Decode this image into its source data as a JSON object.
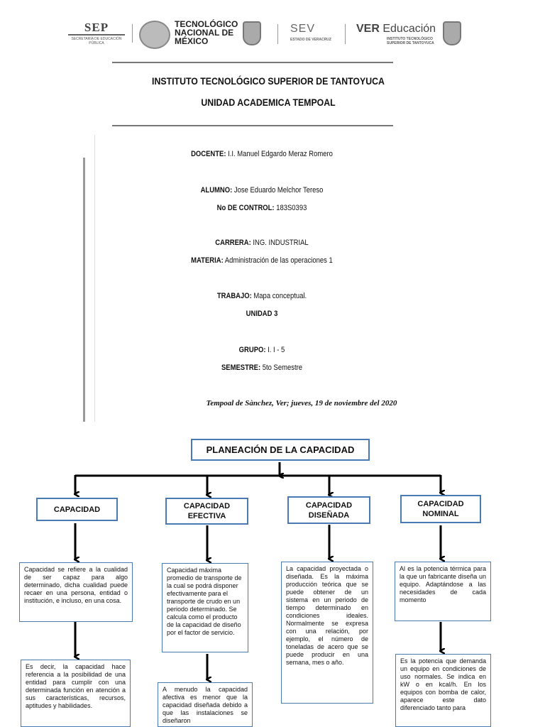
{
  "header": {
    "sep": {
      "name": "SEP",
      "subtitle": "SECRETARÍA DE EDUCACIÓN PÚBLICA"
    },
    "tecnm": [
      "TECNOLÓGICO",
      "NACIONAL DE",
      "MÉXICO"
    ],
    "sev": {
      "name": "SEV",
      "subtitle": "ESTADO DE VERACRUZ"
    },
    "ver": {
      "ver": "VER",
      "educacion": "Educación",
      "subtitle": [
        "INSTITUTO TECNOLÓGICO",
        "SUPERIOR DE TANTOYUCA"
      ]
    }
  },
  "titles": {
    "institute": "INSTITUTO TECNOLÓGICO SUPERIOR DE TANTOYUCA",
    "unit": "UNIDAD ACADEMICA TEMPOAL"
  },
  "info": {
    "docente_label": "DOCENTE:",
    "docente_value": " I.I. Manuel Edgardo Meraz Romero",
    "alumno_label": "ALUMNO:",
    "alumno_value": " Jose Eduardo Melchor Tereso",
    "control_label": "No DE CONTROL:",
    "control_value": " 183S0393",
    "carrera_label": "CARRERA:",
    "carrera_value": " ING. INDUSTRIAL",
    "materia_label": "MATERIA:",
    "materia_value": " Administración de las operaciones 1",
    "trabajo_label": "TRABAJO:",
    "trabajo_value": " Mapa conceptual.",
    "unidad": "UNIDAD 3",
    "grupo_label": "GRUPO:",
    "grupo_value": " I. I - 5",
    "semestre_label": "SEMESTRE:",
    "semestre_value": " 5to Semestre",
    "place_date": "Tempoal de Sànchez, Ver; jueves, 19 de noviembre del 2020"
  },
  "map": {
    "title": "PLANEACIÓN DE LA CAPACIDAD",
    "concepts": [
      {
        "label": "CAPACIDAD",
        "desc": "Capacidad se refiere a la cualidad de ser capaz para algo determinado, dicha cualidad puede recaer en una persona, entidad o institución, e incluso, en una cosa.",
        "note": "Es decir, la capacidad hace referencia a la posibilidad de una entidad para cumplir con una determinada función en atención a sus características, recursos, aptitudes y habilidades."
      },
      {
        "label": "CAPACIDAD EFECTIVA",
        "desc": "Capacidad máxima promedio de transporte de la cual se podrá disponer efectivamente para el transporte de crudo en un periodo determinado. Se calcula como el producto de la capacidad de diseño por el factor de servicio.",
        "note": "A menudo la capacidad afectiva es menor que la capacidad diseñada debido a que las instalaciones se diseñaron"
      },
      {
        "label": "CAPACIDAD DISEÑADA",
        "desc": "La capacidad proyectada o diseñada. Es la máxima producción teórica que se puede obtener de un sistema en un periodo de tiempo determinado en condiciones ideales. Normalmente se expresa con una relación, por ejemplo, el número de toneladas de acero que se puede producir en una semana, mes o año."
      },
      {
        "label": "CAPACIDAD NOMINAL",
        "desc": "Al es la potencia térmica para la que un fabricante diseña un equipo. Adaptándose a las necesidades de cada momento",
        "note": "Es la potencia que demanda un equipo en condiciones de uso normales. Se indica en kW o en kcal/h. En los equipos con bomba de calor, aparece este dato diferenciado tanto para"
      }
    ]
  }
}
